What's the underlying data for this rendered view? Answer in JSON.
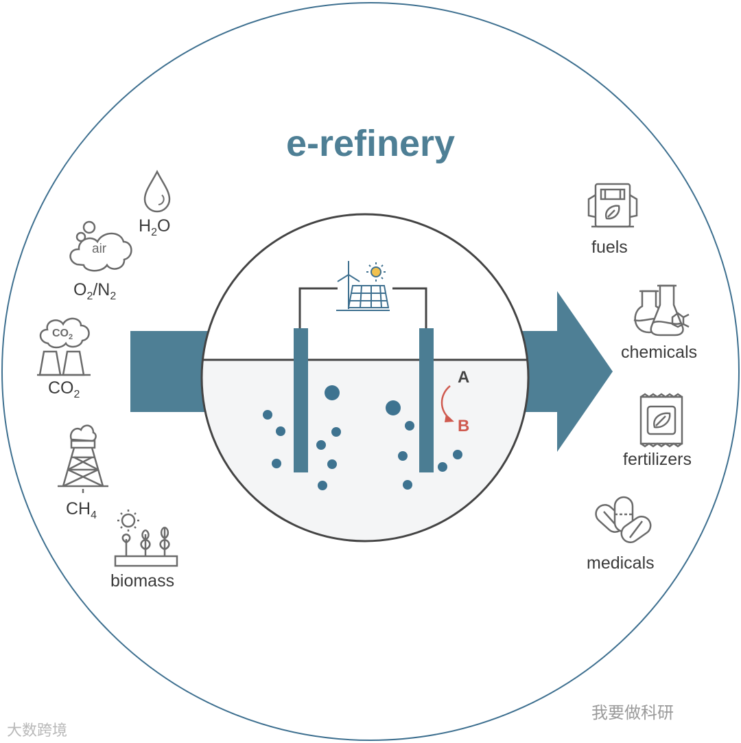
{
  "title": "e-refinery",
  "inputs": {
    "h2o": {
      "base": "H",
      "sub": "2",
      "rest": "O"
    },
    "air": {
      "icon_text": "air",
      "a": "O",
      "a_sub": "2",
      "sep": "/N",
      "b_sub": "2"
    },
    "co2": {
      "icon_text": "CO",
      "icon_sub": "2",
      "base": "CO",
      "sub": "2"
    },
    "ch4": {
      "base": "CH",
      "sub": "4"
    },
    "biomass": {
      "label": "biomass"
    }
  },
  "outputs": {
    "fuels": "fuels",
    "chemicals": "chemicals",
    "fertilizers": "fertilizers",
    "medicals": "medicals"
  },
  "reaction": {
    "from": "A",
    "to": "B"
  },
  "watermarks": {
    "left": "大数跨境",
    "right": "我要做科研"
  },
  "colors": {
    "primary": "#4e7f95",
    "circle_outline": "#3d6f8f",
    "electrode": "#4b7d93",
    "reaction_arrow": "#cf5a4f",
    "electrolyte": "#f4f5f6",
    "icon_stroke": "#6a6a6a"
  }
}
